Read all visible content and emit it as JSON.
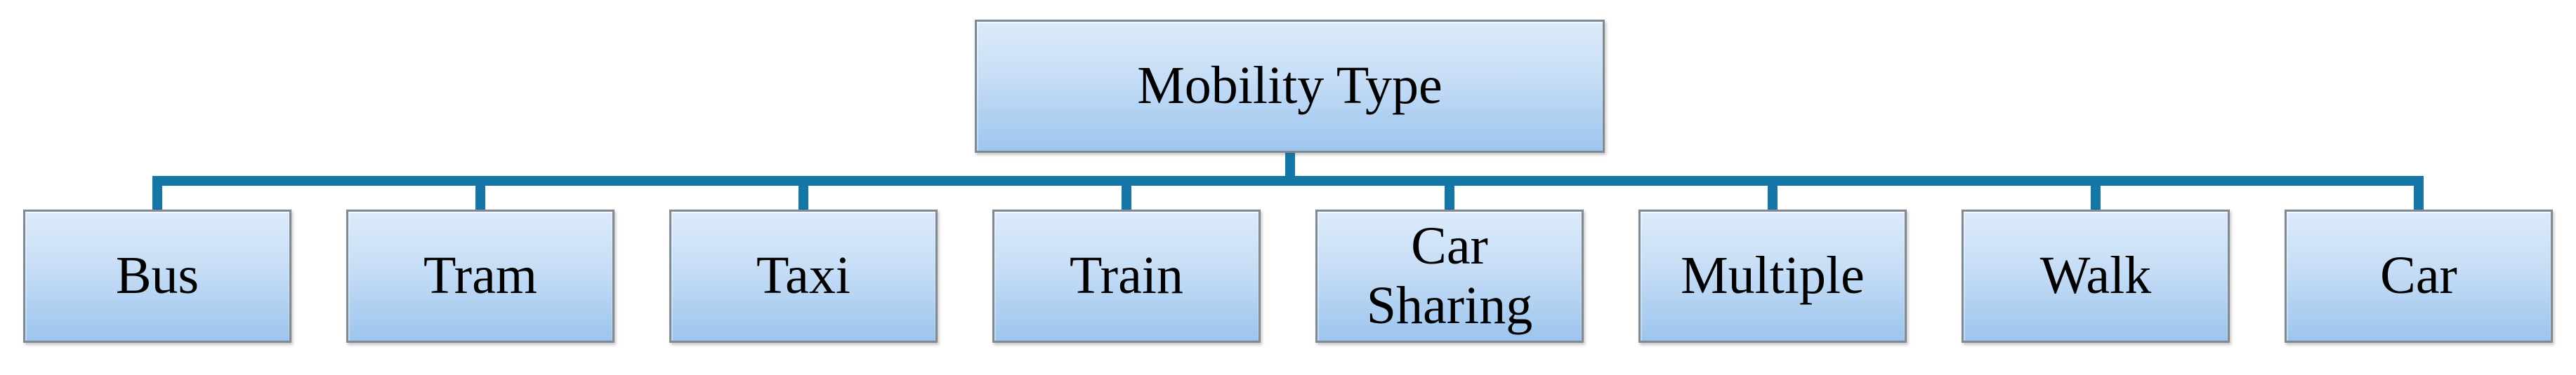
{
  "diagram": {
    "type": "hierarchy",
    "root": {
      "label": "Mobility Type"
    },
    "children": [
      {
        "label": "Bus"
      },
      {
        "label": "Tram"
      },
      {
        "label": "Taxi"
      },
      {
        "label": "Train"
      },
      {
        "label": "Car Sharing"
      },
      {
        "label": "Multiple"
      },
      {
        "label": "Walk"
      },
      {
        "label": "Car"
      }
    ],
    "colors": {
      "connector": "#1577a5",
      "box_border": "#7f8a93",
      "box_gradient_top": "#dcebfa",
      "box_gradient_mid": "#c6ddf6",
      "box_gradient_bottom": "#9cc5ee",
      "text": "#000000",
      "background": "#ffffff"
    }
  }
}
